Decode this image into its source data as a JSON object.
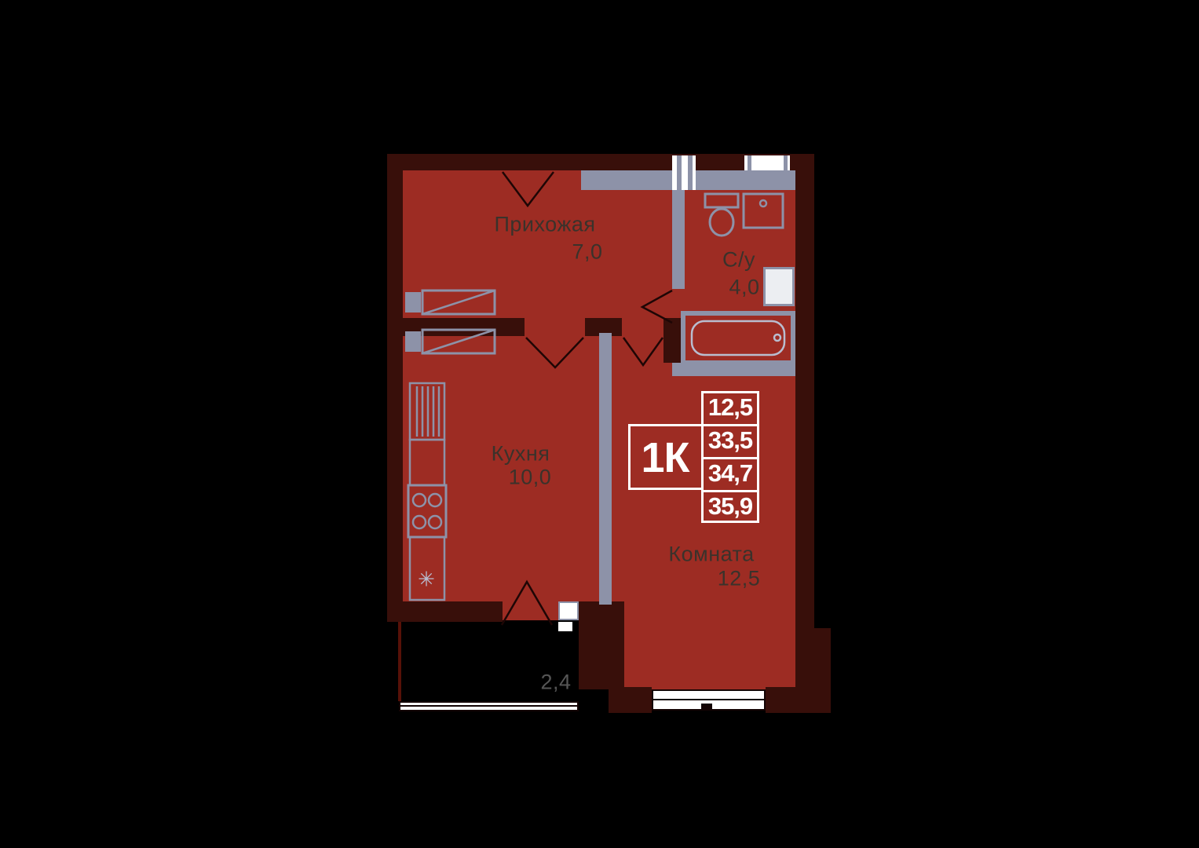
{
  "rooms": {
    "hallway": {
      "name": "Прихожая",
      "area": "7,0"
    },
    "bathroom": {
      "name": "С/у",
      "area": "4,0"
    },
    "kitchen": {
      "name": "Кухня",
      "area": "10,0"
    },
    "living": {
      "name": "Комната",
      "area": "12,5"
    },
    "balcony": {
      "area": "2,4"
    }
  },
  "info": {
    "type": "1К",
    "values": [
      "12,5",
      "33,5",
      "34,7",
      "35,9"
    ]
  },
  "icons": {
    "ventilation": "✳"
  },
  "colors": {
    "background": "#000000",
    "floor": "#9d2c23",
    "wall": "#380f0a",
    "fixture": "#8d92a8",
    "label": "#3a322b",
    "info_text": "#ffffff"
  }
}
